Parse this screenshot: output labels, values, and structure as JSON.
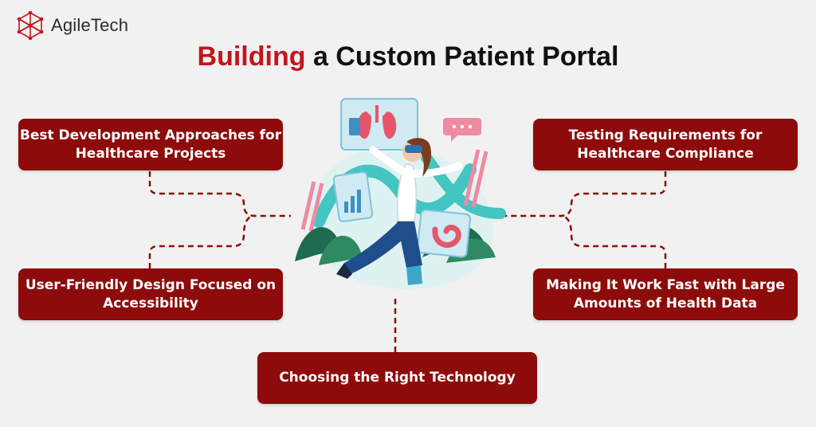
{
  "brand": {
    "name": "AgileTech",
    "colors": {
      "primary": "#8e0b0b",
      "accent": "#c3151c"
    },
    "logo_icon": "network-icon"
  },
  "title": {
    "highlight": "Building",
    "rest": " a Custom Patient Portal"
  },
  "items": {
    "top_left": "Best Development Approaches for\nHealthcare Projects",
    "bottom_left": "User-Friendly Design Focused on\nAccessibility",
    "top_right": "Testing Requirements for\nHealthcare Compliance",
    "bottom_right": "Making It Work Fast with Large\nAmounts of Health Data",
    "bottom_center": "Choosing the Right Technology"
  }
}
